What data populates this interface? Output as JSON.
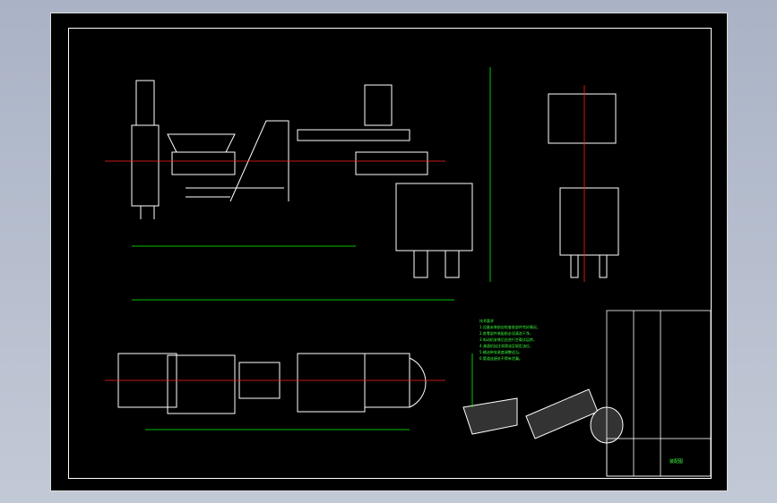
{
  "drawing": {
    "colors": {
      "background": "#000000",
      "lines": "#ffffff",
      "dimensions": "#00ff00",
      "centerlines": "#ff2020",
      "parts": "#b0b0b0",
      "balloons": "#ffff66"
    },
    "tech_notes_title": "技术要求",
    "tech_notes": [
      "1.设备安装前应检查各部件完好情况，",
      "2.各零部件装配前必须清洗干净，",
      "3.电动机安装后应进行空载试运转，",
      "4.减速机加注润滑油至规定油位，",
      "5.输送带张紧度调整适当，",
      "6.管道连接处不得有泄漏。"
    ],
    "title_block_text": "装配图"
  }
}
